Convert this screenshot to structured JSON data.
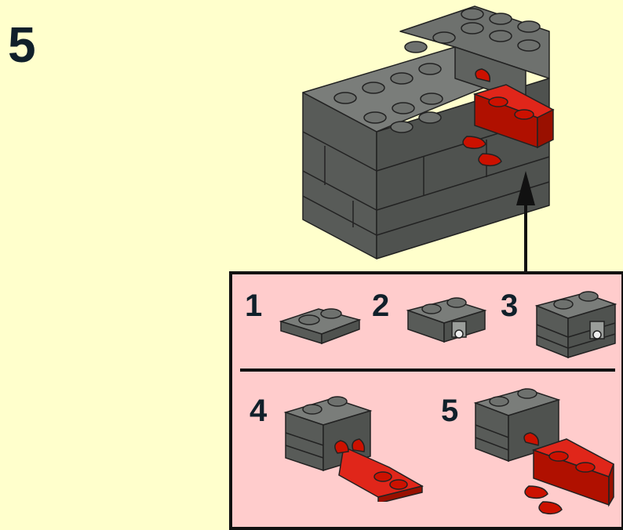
{
  "step": {
    "number": "5"
  },
  "substeps": [
    {
      "label": "1",
      "icon": "dark-gray-1x2-plate"
    },
    {
      "label": "2",
      "icon": "dark-gray-1x2-brick-with-clip"
    },
    {
      "label": "3",
      "icon": "dark-gray-stacked-bricks-with-clip"
    },
    {
      "label": "4",
      "icon": "red-plate-with-clips-attached"
    },
    {
      "label": "5",
      "icon": "red-plates-stacked-with-clips"
    }
  ],
  "colors": {
    "background": "#ffffcc",
    "panel": "#ffcccc",
    "dark_gray": "#6b6e6b",
    "red": "#cc1100",
    "outline": "#111111"
  }
}
